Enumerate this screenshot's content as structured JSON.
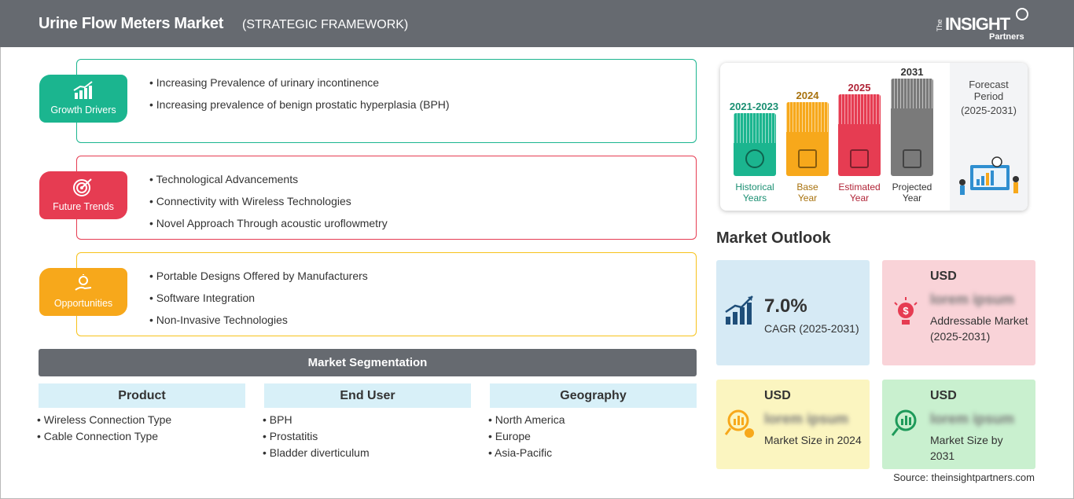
{
  "header": {
    "title": "Urine Flow Meters Market",
    "subtitle": "(STRATEGIC FRAMEWORK)",
    "logo": {
      "the": "The",
      "insight": "INSIGHT",
      "partners": "Partners"
    }
  },
  "drivers": [
    {
      "label": "Growth Drivers",
      "color": "#1bb58f",
      "icon": "chart-growth-icon",
      "items": [
        "Increasing Prevalence of urinary incontinence",
        "Increasing prevalence of benign prostatic hyperplasia (BPH)"
      ]
    },
    {
      "label": "Future Trends",
      "color": "#e63c52",
      "icon": "target-icon",
      "items": [
        "Technological Advancements",
        "Connectivity with Wireless Technologies",
        "Novel Approach Through acoustic uroflowmetry"
      ]
    },
    {
      "label": "Opportunities",
      "color": "#f7a81b",
      "icon": "lightbulb-hand-icon",
      "items": [
        "Portable Designs Offered by Manufacturers",
        "Software Integration",
        "Non-Invasive Technologies"
      ]
    }
  ],
  "segmentation": {
    "title": "Market Segmentation",
    "columns": [
      {
        "heading": "Product",
        "items": [
          "Wireless Connection Type",
          "Cable Connection Type"
        ]
      },
      {
        "heading": "End User",
        "items": [
          "BPH",
          "Prostatitis",
          "Bladder diverticulum"
        ]
      },
      {
        "heading": "Geography",
        "items": [
          "North America",
          "Europe",
          "Asia-Pacific"
        ]
      }
    ]
  },
  "timeline": {
    "bars": [
      {
        "year": "2021-2023",
        "label_1": "Historical",
        "label_2": "Years",
        "color": "#1bb58f",
        "year_color": "#1a8f72"
      },
      {
        "year": "2024",
        "label_1": "Base",
        "label_2": "Year",
        "color": "#f7a81b",
        "year_color": "#a8720e"
      },
      {
        "year": "2025",
        "label_1": "Estimated",
        "label_2": "Year",
        "color": "#e63c52",
        "year_color": "#b02437"
      },
      {
        "year": "2031",
        "label_1": "Projected",
        "label_2": "Year",
        "color": "#7a7a7a",
        "year_color": "#333333"
      }
    ],
    "forecast": {
      "line1": "Forecast",
      "line2": "Period",
      "line3": "(2025-2031)"
    }
  },
  "outlook": {
    "title": "Market Outlook",
    "cagr": {
      "value": "7.0%",
      "label": "CAGR (2025-2031)",
      "bg": "#d6eaf5"
    },
    "addressable": {
      "usd": "USD",
      "blur": "lorem ipsum",
      "label": "Addressable Market (2025-2031)",
      "bg": "#f9d3d8"
    },
    "size2024": {
      "usd": "USD",
      "blur": "lorem ipsum",
      "label": "Market Size in 2024",
      "bg": "#fbf5c0"
    },
    "size2031": {
      "usd": "USD",
      "blur": "lorem ipsum",
      "label": "Market Size by 2031",
      "bg": "#c9f0cf"
    }
  },
  "source": "Source: theinsightpartners.com"
}
